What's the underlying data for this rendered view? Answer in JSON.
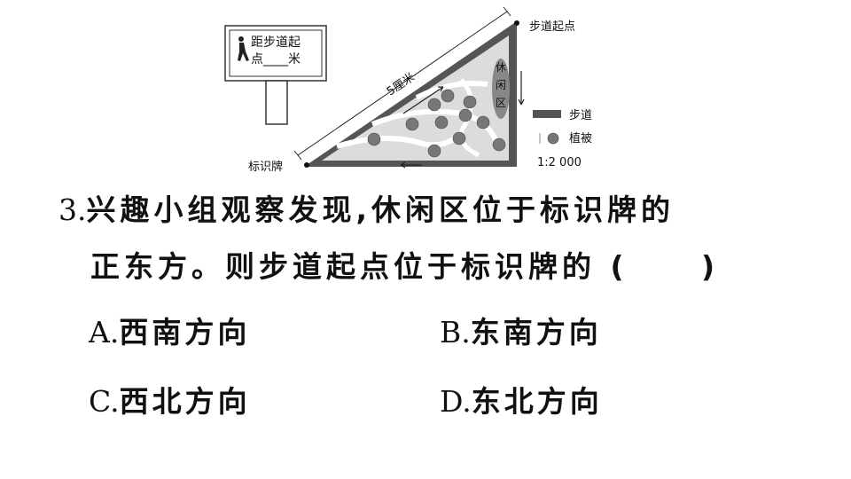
{
  "figure": {
    "sign_line1": "距步道起",
    "sign_line2": "点____米",
    "distance_label": "5厘米",
    "start_label": "步道起点",
    "sign_label": "标识牌",
    "leisure_area": [
      "休",
      "闲",
      "区"
    ],
    "legend_trail": "步道",
    "legend_vegetation": "植被",
    "scale": "1:2 000"
  },
  "question": {
    "number": "3.",
    "line1": "兴趣小组观察发现,休闲区位于标识牌的",
    "line2": "正东方。则步道起点位于标识牌的 (     )"
  },
  "options": [
    {
      "letter": "A.",
      "text": "西南方向"
    },
    {
      "letter": "B.",
      "text": "东南方向"
    },
    {
      "letter": "C.",
      "text": "西北方向"
    },
    {
      "letter": "D.",
      "text": "东北方向"
    }
  ]
}
